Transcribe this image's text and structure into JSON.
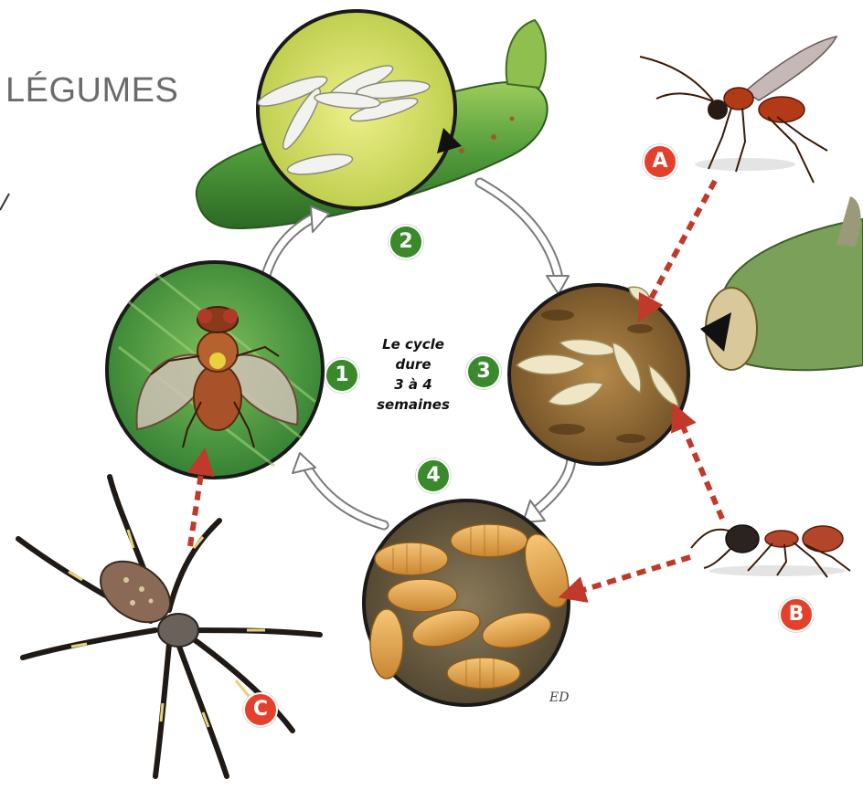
{
  "heading": "LÉGUMES",
  "center_text": [
    "Le cycle",
    "dure",
    "3 à 4",
    "semaines"
  ],
  "steps": [
    {
      "label": "1",
      "stage": "adult-fly"
    },
    {
      "label": "2",
      "stage": "eggs-in-zucchini"
    },
    {
      "label": "3",
      "stage": "larvae"
    },
    {
      "label": "4",
      "stage": "pupae"
    }
  ],
  "predators": [
    {
      "label": "A",
      "animal": "wasp"
    },
    {
      "label": "B",
      "animal": "ant"
    },
    {
      "label": "C",
      "animal": "spider"
    }
  ],
  "signature": "ED",
  "colors": {
    "step_badge": "#3a8a2c",
    "predator_badge": "#e3412c",
    "predation_arrow": "#c0392b",
    "cycle_arrow": "#ffffff"
  }
}
